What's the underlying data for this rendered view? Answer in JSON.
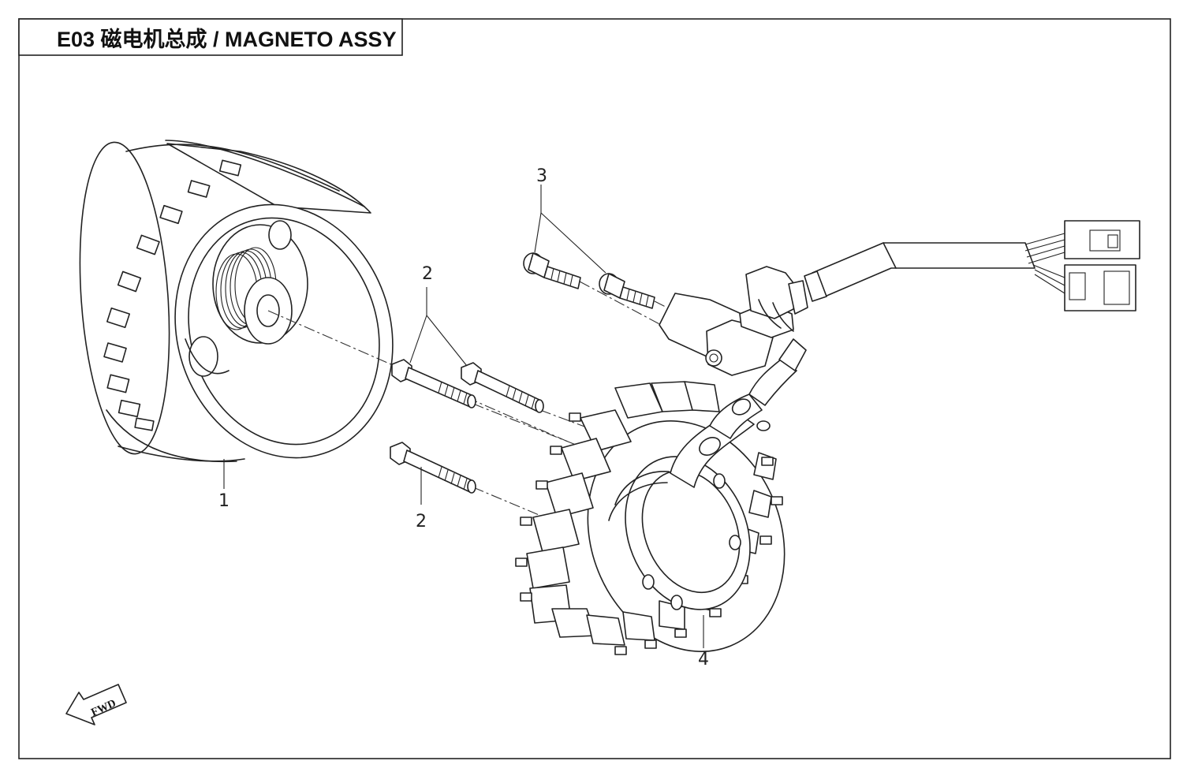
{
  "header": {
    "title": "E03  磁电机总成 / MAGNETO ASSY"
  },
  "callouts": {
    "flywheel": "1",
    "bolt_upper": "2",
    "bolt_lower": "2",
    "screws": "3",
    "stator": "4"
  },
  "fwd_label": "FWD",
  "colors": {
    "line": "#222222",
    "background": "#ffffff"
  }
}
